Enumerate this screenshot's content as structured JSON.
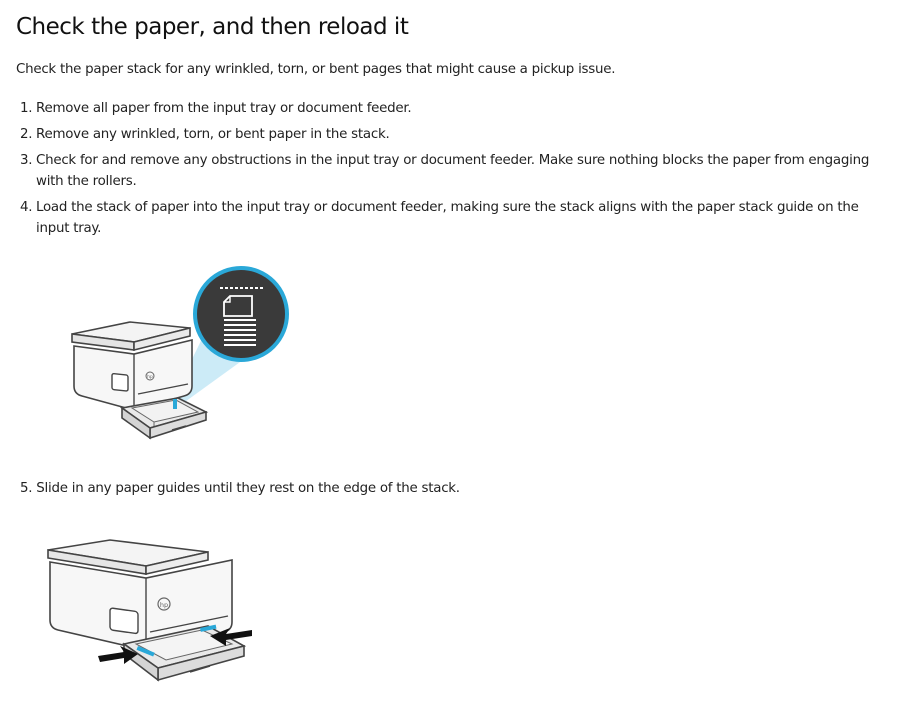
{
  "title": "Check the paper, and then reload it",
  "intro": "Check the paper stack for any wrinkled, torn, or bent pages that might cause a pickup issue.",
  "steps": [
    {
      "num": "1.",
      "text": "Remove all paper from the input tray or document feeder."
    },
    {
      "num": "2.",
      "text": "Remove any wrinkled, torn, or bent paper in the stack."
    },
    {
      "num": "3.",
      "text": "Check for and remove any obstructions in the input tray or document feeder. Make sure nothing blocks the paper from engaging with the rollers."
    },
    {
      "num": "4.",
      "text": "Load the stack of paper into the input tray or document feeder, making sure the stack aligns with the paper stack guide on the input tray."
    }
  ],
  "step5": {
    "num": "5.",
    "text": "Slide in any paper guides until they rest on the edge of the stack."
  },
  "colors": {
    "accent_blue": "#2aa8d8",
    "callout_bg": "#3a3a3a",
    "outline": "#444444"
  },
  "logo_text": "hp"
}
